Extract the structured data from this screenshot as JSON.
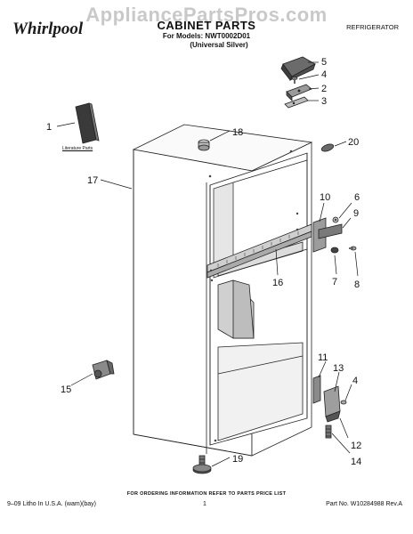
{
  "watermark": "AppliancePartsPros.com",
  "brand": "Whirlpool",
  "header": {
    "title": "CABINET PARTS",
    "models": "For Models: NWT0002D01",
    "variant": "(Universal Silver)",
    "category": "REFRIGERATOR"
  },
  "literature_label": "Literature Parts",
  "callouts": [
    "1",
    "2",
    "3",
    "4",
    "5",
    "6",
    "7",
    "8",
    "9",
    "10",
    "11",
    "12",
    "13",
    "14",
    "15",
    "16",
    "17",
    "18",
    "19",
    "20",
    "4"
  ],
  "footer": {
    "order_note": "FOR ORDERING INFORMATION REFER TO PARTS PRICE LIST",
    "print_info": "9–09 Litho In U.S.A. (wam)(bay)",
    "page": "1",
    "part_no": "Part No. W10284988 Rev.A"
  }
}
